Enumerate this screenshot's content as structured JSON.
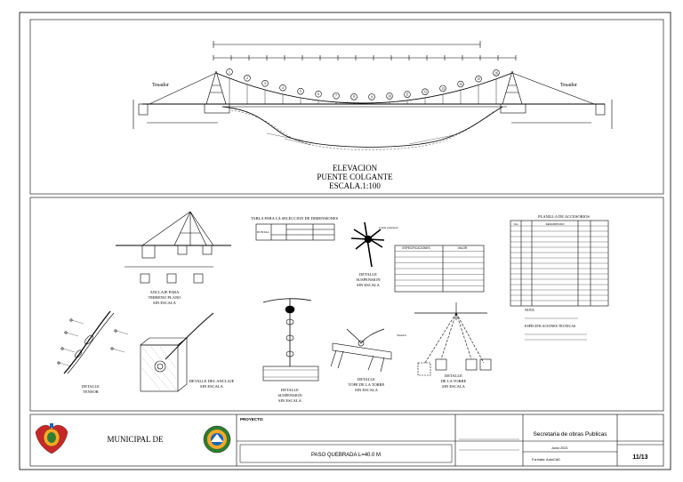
{
  "elevation": {
    "label_tensor_left": "Tesador",
    "label_tensor_right": "Tesador",
    "title_line1": "ELEVACION",
    "title_line2": "PUENTE COLGANTE",
    "title_line3": "ESCALA.1:100",
    "hanger_markers": [
      "1",
      "2",
      "3",
      "4",
      "5",
      "6",
      "7",
      "8",
      "9",
      "10",
      "11",
      "12",
      "13",
      "14",
      "15",
      "16"
    ]
  },
  "details": {
    "anchor_title_1": "ANCLAJE PARA",
    "anchor_title_2": "TERRENO PLANO",
    "anchor_title_3": "SIN ESCALA",
    "table_title": "TABLA PARA LA SELECCION DE DIMENSIONES",
    "table_row_label": "PUNTAL",
    "susp_title_1": "DETALLE",
    "susp_title_2": "SUSPENSION",
    "susp_title_3": "SIN ESCALA",
    "tensor_title_1": "DETALLE",
    "tensor_title_2": "TENSOR",
    "anchor2_title_1": "DETALLE DEL ANCLAJE",
    "anchor2_title_2": "SIN ESCALA",
    "susp2_title_1": "DETALLE",
    "susp2_title_2": "SUSPENSION",
    "susp2_title_3": "SIN ESCALA",
    "tower_top_title_1": "DETALLE",
    "tower_top_title_2": "TOPE DE LA TORRE",
    "tower_top_title_3": "SIN ESCALA",
    "tower_title_1": "DETALLE",
    "tower_title_2": "DE LA TORRE",
    "tower_title_3": "SIN ESCALA",
    "spec_header_left": "ESPECIFICACIONES",
    "spec_header_right": "VALOR",
    "parts_title": "PLANILLA DE ACCESORIOS",
    "parts_col_item": "Nro",
    "parts_col_desc": "DESCRIPCION",
    "nota": "NOTA",
    "espec_title": "ESPECIFICACIONES TECNICAS",
    "cable_label": "Cable principal",
    "tesador_small": "Tesador"
  },
  "titleblock": {
    "municipality": "MUNICIPAL DE",
    "proyecto_label": "PROYECTO:",
    "project_name": "PASO QUEBRADA L=40.0 M",
    "secretaria": "Secretaria de obras Publicas",
    "fecha": "Junio 2021",
    "formato": "Formato: AutoCAD",
    "sheet": "11/13"
  },
  "colors": {
    "line": "#000000",
    "paper": "#ffffff",
    "seal_green": "#2e7d32",
    "seal_red": "#c62828",
    "seal_yellow": "#f9a825",
    "seal_blue": "#1565c0"
  }
}
